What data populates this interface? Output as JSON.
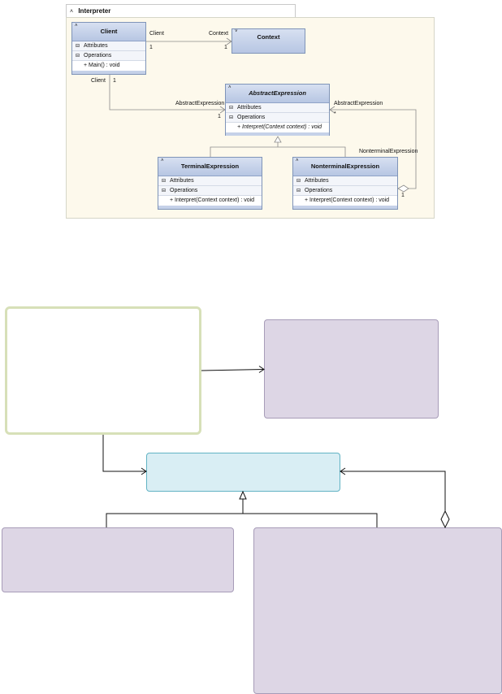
{
  "package": {
    "title": "Interpreter"
  },
  "classes": {
    "client": {
      "name": "Client",
      "attributes_label": "Attributes",
      "operations_label": "Operations",
      "operations": [
        "+ Main() : void"
      ]
    },
    "context": {
      "name": "Context"
    },
    "abstract_expression": {
      "name": "AbstractExpression",
      "attributes_label": "Attributes",
      "operations_label": "Operations",
      "operations": [
        "+ Interpret(Context context) : void"
      ]
    },
    "terminal_expression": {
      "name": "TerminalExpression",
      "attributes_label": "Attributes",
      "operations_label": "Operations",
      "operations": [
        "+ Interpret(Context context) : void"
      ]
    },
    "nonterminal_expression": {
      "name": "NonterminalExpression",
      "attributes_label": "Attributes",
      "operations_label": "Operations",
      "operations": [
        "+ Interpret(Context context) : void"
      ]
    }
  },
  "associations": {
    "client_context": {
      "source_role": "Client",
      "source_mult": "1",
      "target_role": "Context",
      "target_mult": "1"
    },
    "client_abstract": {
      "source_role": "Client",
      "source_mult": "1",
      "target_role": "AbstractExpression",
      "target_mult": "1"
    },
    "nonterminal_abstract": {
      "target_role": "AbstractExpression",
      "target_mult": "*",
      "source_role": "NonterminalExpression",
      "source_mult": "1"
    }
  },
  "colors": {
    "class_header": "#b7c6e3",
    "package_fill": "#fdf9ec",
    "client_block_border": "#d7e0b8",
    "purple_block": "#ddd6e5",
    "abstract_block": "#d9eef4",
    "abstract_block_border": "#62b3c4"
  }
}
